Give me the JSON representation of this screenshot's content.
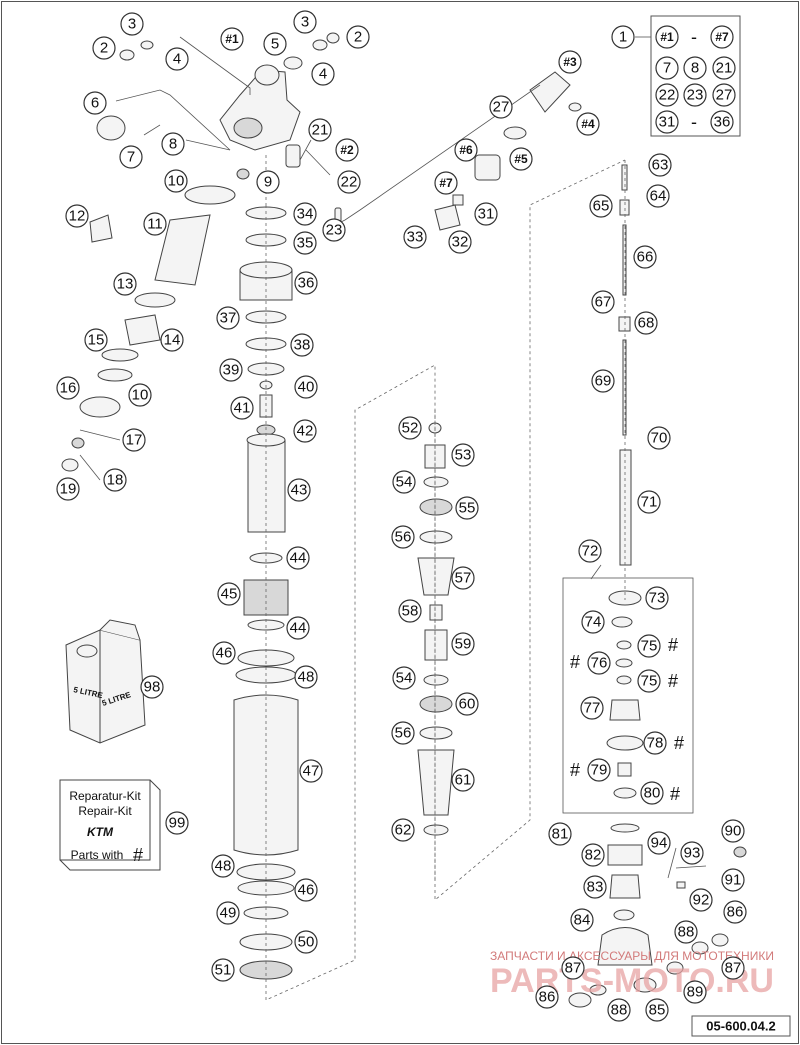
{
  "callouts": [
    {
      "id": "c1",
      "label": "1",
      "bold": false
    },
    {
      "id": "c2a",
      "label": "2",
      "bold": false
    },
    {
      "id": "c2b",
      "label": "2",
      "bold": false
    },
    {
      "id": "c3a",
      "label": "3",
      "bold": false
    },
    {
      "id": "c3b",
      "label": "3",
      "bold": false
    },
    {
      "id": "c4a",
      "label": "4",
      "bold": false
    },
    {
      "id": "c4b",
      "label": "4",
      "bold": false
    },
    {
      "id": "c5",
      "label": "5",
      "bold": false
    },
    {
      "id": "c6",
      "label": "6",
      "bold": false
    },
    {
      "id": "c7",
      "label": "7",
      "bold": false
    },
    {
      "id": "c8",
      "label": "8",
      "bold": false
    },
    {
      "id": "c9",
      "label": "9",
      "bold": false
    },
    {
      "id": "c10a",
      "label": "10",
      "bold": false
    },
    {
      "id": "c10b",
      "label": "10",
      "bold": false
    },
    {
      "id": "c11",
      "label": "11",
      "bold": false
    },
    {
      "id": "c12",
      "label": "12",
      "bold": false
    },
    {
      "id": "c13",
      "label": "13",
      "bold": false
    },
    {
      "id": "c14",
      "label": "14",
      "bold": false
    },
    {
      "id": "c15",
      "label": "15",
      "bold": false
    },
    {
      "id": "c16",
      "label": "16",
      "bold": false
    },
    {
      "id": "c17",
      "label": "17",
      "bold": false
    },
    {
      "id": "c18",
      "label": "18",
      "bold": false
    },
    {
      "id": "c19",
      "label": "19",
      "bold": false
    },
    {
      "id": "c21",
      "label": "21",
      "bold": false
    },
    {
      "id": "c22",
      "label": "22",
      "bold": false
    },
    {
      "id": "c23",
      "label": "23",
      "bold": false
    },
    {
      "id": "c27",
      "label": "27",
      "bold": false
    },
    {
      "id": "c31",
      "label": "31",
      "bold": false
    },
    {
      "id": "c32",
      "label": "32",
      "bold": false
    },
    {
      "id": "c33",
      "label": "33",
      "bold": false
    },
    {
      "id": "c34",
      "label": "34",
      "bold": false
    },
    {
      "id": "c35",
      "label": "35",
      "bold": false
    },
    {
      "id": "c36",
      "label": "36",
      "bold": false
    },
    {
      "id": "c37",
      "label": "37",
      "bold": false
    },
    {
      "id": "c38",
      "label": "38",
      "bold": false
    },
    {
      "id": "c39",
      "label": "39",
      "bold": false
    },
    {
      "id": "c40",
      "label": "40",
      "bold": false
    },
    {
      "id": "c41",
      "label": "41",
      "bold": false
    },
    {
      "id": "c42",
      "label": "42",
      "bold": false
    },
    {
      "id": "c43",
      "label": "43",
      "bold": false
    },
    {
      "id": "c44a",
      "label": "44",
      "bold": false
    },
    {
      "id": "c44b",
      "label": "44",
      "bold": false
    },
    {
      "id": "c45",
      "label": "45",
      "bold": false
    },
    {
      "id": "c46a",
      "label": "46",
      "bold": false
    },
    {
      "id": "c46b",
      "label": "46",
      "bold": false
    },
    {
      "id": "c47",
      "label": "47",
      "bold": false
    },
    {
      "id": "c48a",
      "label": "48",
      "bold": false
    },
    {
      "id": "c48b",
      "label": "48",
      "bold": false
    },
    {
      "id": "c49",
      "label": "49",
      "bold": false
    },
    {
      "id": "c50",
      "label": "50",
      "bold": false
    },
    {
      "id": "c51",
      "label": "51",
      "bold": false
    },
    {
      "id": "c52",
      "label": "52",
      "bold": false
    },
    {
      "id": "c53",
      "label": "53",
      "bold": false
    },
    {
      "id": "c54a",
      "label": "54",
      "bold": false
    },
    {
      "id": "c54b",
      "label": "54",
      "bold": false
    },
    {
      "id": "c55",
      "label": "55",
      "bold": false
    },
    {
      "id": "c56a",
      "label": "56",
      "bold": false
    },
    {
      "id": "c56b",
      "label": "56",
      "bold": false
    },
    {
      "id": "c57",
      "label": "57",
      "bold": false
    },
    {
      "id": "c58",
      "label": "58",
      "bold": false
    },
    {
      "id": "c59",
      "label": "59",
      "bold": false
    },
    {
      "id": "c60",
      "label": "60",
      "bold": false
    },
    {
      "id": "c61",
      "label": "61",
      "bold": false
    },
    {
      "id": "c62",
      "label": "62",
      "bold": false
    },
    {
      "id": "c63",
      "label": "63",
      "bold": false
    },
    {
      "id": "c64",
      "label": "64",
      "bold": false
    },
    {
      "id": "c65",
      "label": "65",
      "bold": false
    },
    {
      "id": "c66",
      "label": "66",
      "bold": false
    },
    {
      "id": "c67",
      "label": "67",
      "bold": false
    },
    {
      "id": "c68",
      "label": "68",
      "bold": false
    },
    {
      "id": "c69",
      "label": "69",
      "bold": false
    },
    {
      "id": "c70",
      "label": "70",
      "bold": false
    },
    {
      "id": "c71",
      "label": "71",
      "bold": false
    },
    {
      "id": "c72",
      "label": "72",
      "bold": false
    },
    {
      "id": "c73",
      "label": "73",
      "bold": false
    },
    {
      "id": "c74",
      "label": "74",
      "bold": false
    },
    {
      "id": "c75a",
      "label": "75",
      "bold": false
    },
    {
      "id": "c75b",
      "label": "75",
      "bold": false
    },
    {
      "id": "c76",
      "label": "76",
      "bold": false
    },
    {
      "id": "c77",
      "label": "77",
      "bold": false
    },
    {
      "id": "c78",
      "label": "78",
      "bold": false
    },
    {
      "id": "c79",
      "label": "79",
      "bold": false
    },
    {
      "id": "c80",
      "label": "80",
      "bold": false
    },
    {
      "id": "c81",
      "label": "81",
      "bold": false
    },
    {
      "id": "c82",
      "label": "82",
      "bold": false
    },
    {
      "id": "c83",
      "label": "83",
      "bold": false
    },
    {
      "id": "c84",
      "label": "84",
      "bold": false
    },
    {
      "id": "c85",
      "label": "85",
      "bold": false
    },
    {
      "id": "c86a",
      "label": "86",
      "bold": false
    },
    {
      "id": "c86b",
      "label": "86",
      "bold": false
    },
    {
      "id": "c87a",
      "label": "87",
      "bold": false
    },
    {
      "id": "c87b",
      "label": "87",
      "bold": false
    },
    {
      "id": "c88a",
      "label": "88",
      "bold": false
    },
    {
      "id": "c88b",
      "label": "88",
      "bold": false
    },
    {
      "id": "c89",
      "label": "89",
      "bold": false
    },
    {
      "id": "c90",
      "label": "90",
      "bold": false
    },
    {
      "id": "c91",
      "label": "91",
      "bold": false
    },
    {
      "id": "c92",
      "label": "92",
      "bold": false
    },
    {
      "id": "c93",
      "label": "93",
      "bold": false
    },
    {
      "id": "c94",
      "label": "94",
      "bold": false
    },
    {
      "id": "c98",
      "label": "98",
      "bold": false
    },
    {
      "id": "c99",
      "label": "99",
      "bold": false
    },
    {
      "id": "s1",
      "label": "#1",
      "bold": true
    },
    {
      "id": "s2",
      "label": "#2",
      "bold": true
    },
    {
      "id": "s3",
      "label": "#3",
      "bold": true
    },
    {
      "id": "s4",
      "label": "#4",
      "bold": true
    },
    {
      "id": "s5",
      "label": "#5",
      "bold": true
    },
    {
      "id": "s6",
      "label": "#6",
      "bold": true
    },
    {
      "id": "s7",
      "label": "#7",
      "bold": true
    }
  ],
  "legend": {
    "row1_from": "#1",
    "row1_dash": "-",
    "row1_to": "#7",
    "row2": [
      "7",
      "8",
      "21"
    ],
    "row3": [
      "22",
      "23",
      "27"
    ],
    "row4_from": "31",
    "row4_dash": "-",
    "row4_to": "36"
  },
  "hash_marks": {
    "h75a": "#",
    "h75b": "#",
    "h76": "#",
    "h78": "#",
    "h79": "#",
    "h80": "#"
  },
  "oil_can": {
    "text": "5 LITRE"
  },
  "repair_kit": {
    "line1": "Reparatur-Kit",
    "line2": "Repair-Kit",
    "logo": "KTM",
    "line4": "Parts with",
    "hash": "#"
  },
  "doc_number": "05-600.04.2",
  "watermark": {
    "small": "ЗАПЧАСТИ И АКСЕССУАРЫ ДЛЯ МОТОТЕХНИКИ",
    "big": "PARTS-MOTO.RU"
  }
}
